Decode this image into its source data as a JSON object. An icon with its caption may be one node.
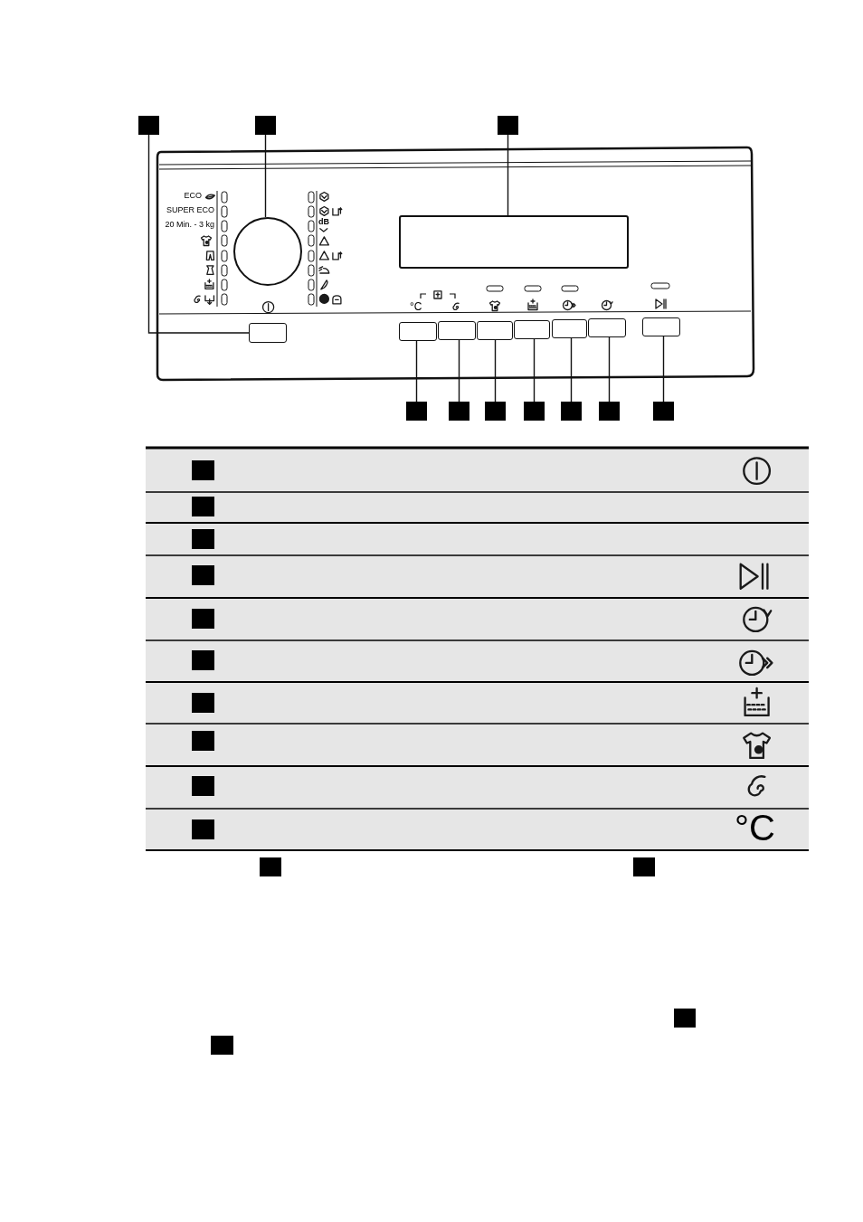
{
  "diagram": {
    "nodes": [
      {
        "text": [],
        "shape": "box"
      },
      {
        "text": [],
        "shape": "box"
      },
      {
        "text": [],
        "shape": "box"
      },
      {
        "text": [],
        "shape": "box"
      },
      {
        "text": [],
        "shape": "circle"
      },
      {
        "text": [],
        "shape": "box"
      },
      {
        "text": [],
        "shape": "box"
      },
      {
        "text": [],
        "shape": "box"
      },
      {
        "text": [],
        "shape": "box"
      },
      {
        "text": [],
        "shape": "box"
      },
      {
        "text": [],
        "shape": "box"
      },
      {
        "text": [],
        "shape": "box"
      },
      {
        "text": [],
        "shape": "box"
      },
      {
        "text": [],
        "shape": "box"
      },
      {
        "text": [],
        "shape": "box"
      },
      {
        "text": [],
        "shape": "box"
      },
      {
        "text": [],
        "shape": "box"
      },
      {
        "text": [],
        "shape": "box"
      },
      {
        "text": [],
        "shape": "box"
      },
      {
        "text": [],
        "shape": "box"
      },
      {
        "text": [],
        "shape": "box"
      },
      {
        "text": [],
        "shape": "box"
      },
      {
        "text": [],
        "shape": "box"
      },
      {
        "text": [],
        "shape": "box"
      },
      {
        "text": [],
        "shape": "box"
      },
      {
        "text": [],
        "shape": "box"
      },
      {
        "text": [],
        "shape": "box"
      },
      {
        "text": [],
        "shape": "box"
      },
      {
        "text": [],
        "shape": "box"
      },
      {
        "text": [],
        "shape": "box"
      },
      {
        "text": [],
        "shape": "box"
      },
      {
        "text": [],
        "shape": "box"
      },
      {
        "text": [],
        "shape": "box"
      },
      {
        "text": [],
        "shape": "box"
      }
    ],
    "edges": [
      {
        "from": 0,
        "to": 5,
        "arrow": "none"
      },
      {
        "from": 1,
        "to": 4,
        "arrow": "none"
      },
      {
        "from": 2,
        "to": 3,
        "arrow": "none"
      },
      {
        "from": 13,
        "to": 6,
        "arrow": "none"
      },
      {
        "from": 14,
        "to": 7,
        "arrow": "none"
      },
      {
        "from": 15,
        "to": 8,
        "arrow": "none"
      },
      {
        "from": 16,
        "to": 9,
        "arrow": "none"
      },
      {
        "from": 17,
        "to": 10,
        "arrow": "none"
      },
      {
        "from": 18,
        "to": 11,
        "arrow": "none"
      },
      {
        "from": 19,
        "to": 12,
        "arrow": "none"
      }
    ],
    "labels": [
      "ECO",
      "SUPER ECO",
      "20 Min. - 3 kg",
      "dB",
      "°C",
      "°C"
    ]
  }
}
